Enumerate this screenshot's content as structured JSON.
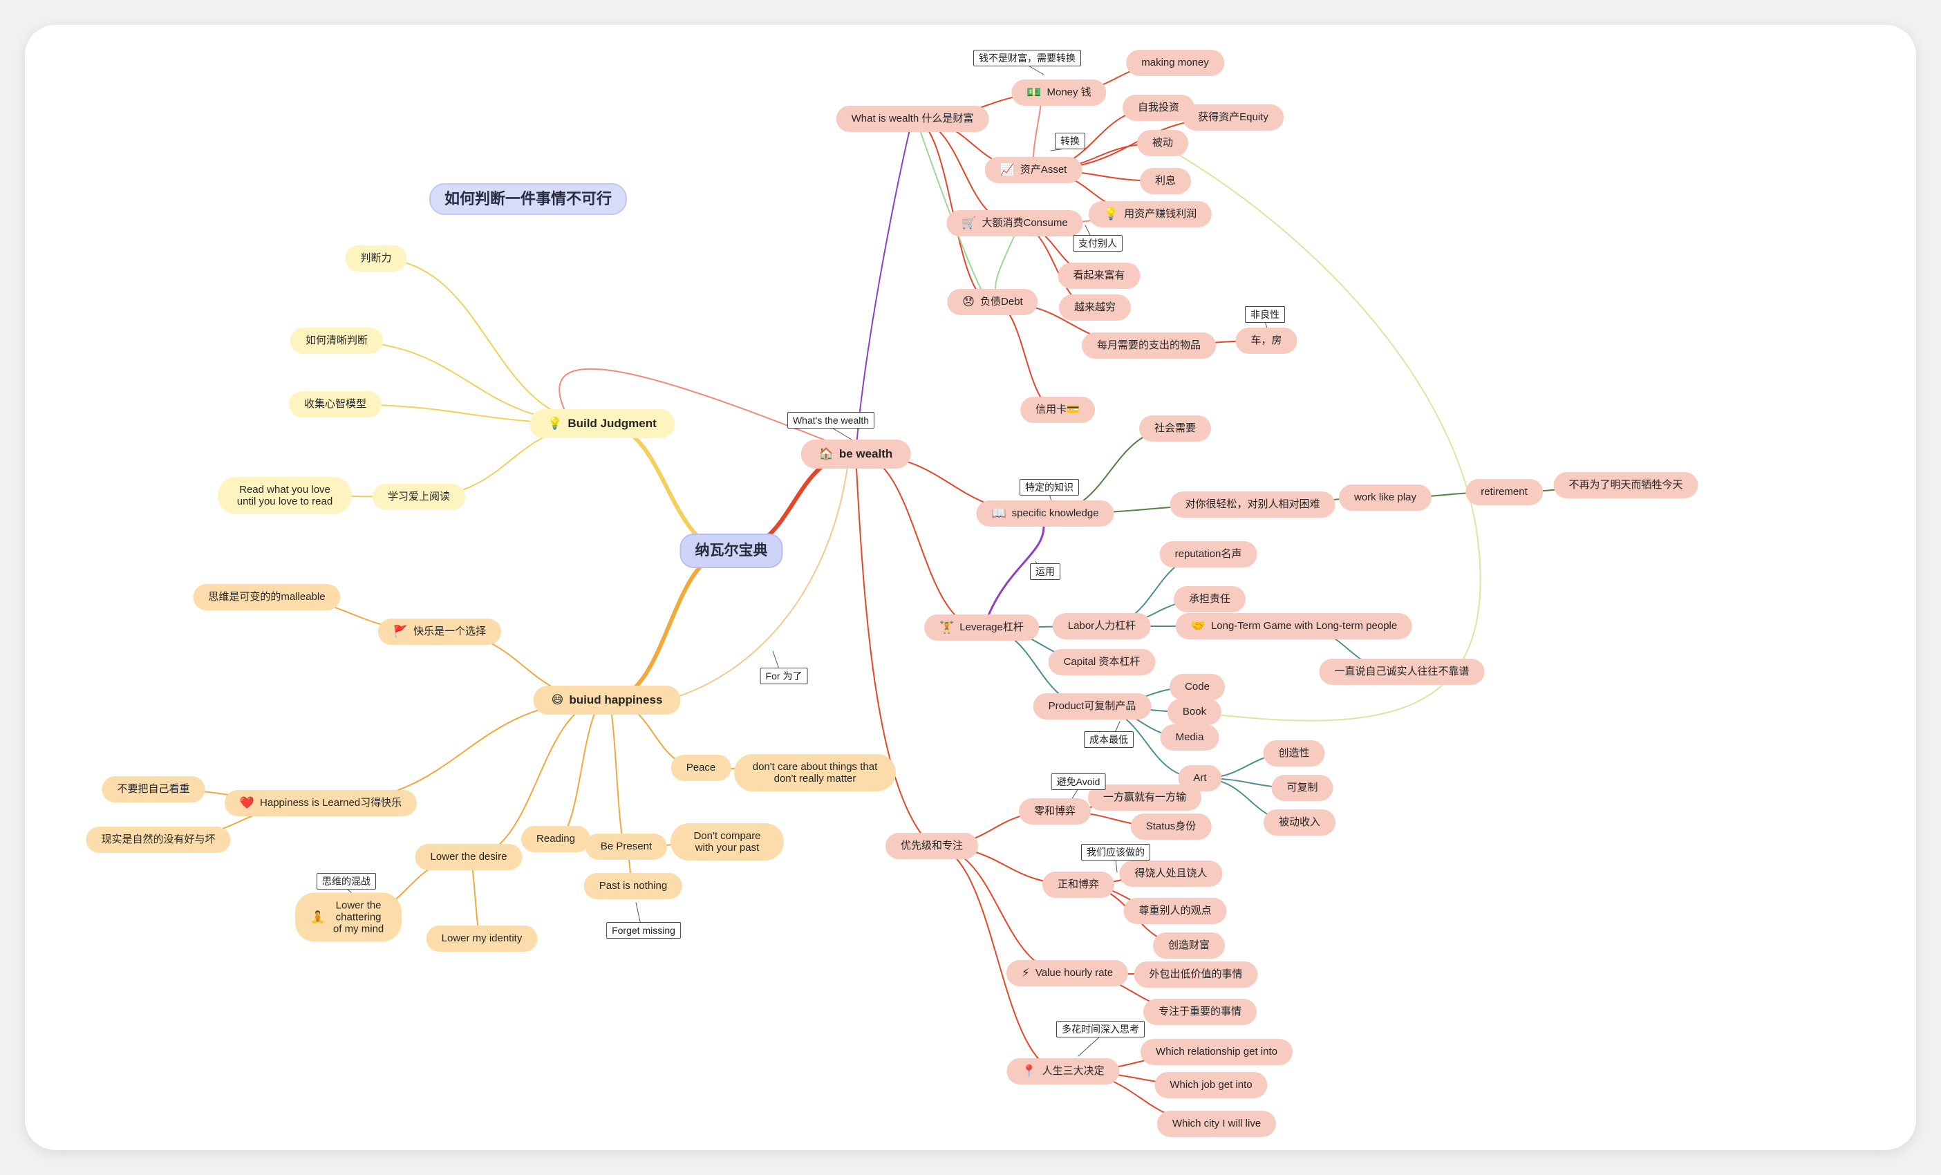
{
  "title": "纳瓦尔宝典",
  "floating_topic": "如何判断一件事情不可行",
  "colors": {
    "wealth": "#f7cbc0",
    "happiness": "#fbdcaa",
    "judgment": "#fdf4c0",
    "central": "#cdd4f7",
    "link_red": "#e5452a",
    "link_orange": "#f2a93b",
    "link_yellow": "#f4cf5c",
    "link_green": "#55813f",
    "link_teal": "#4e8f8d",
    "link_purple": "#8e3fc4",
    "link_pale_green": "#d8e6a6",
    "link_light_green": "#9fd69a"
  },
  "nodes": [
    {
      "id": "root",
      "text": "纳瓦尔宝典",
      "cls": "central"
    },
    {
      "id": "floating",
      "text": "如何判断一件事情不可行",
      "cls": "floating"
    },
    {
      "id": "wealth",
      "text": "be wealth",
      "cls": "red main",
      "icon": "🏠"
    },
    {
      "id": "whatwealth",
      "text": "What is wealth 什么是财富",
      "cls": "red"
    },
    {
      "id": "money",
      "text": "Money 钱",
      "cls": "red",
      "icon": "💵"
    },
    {
      "id": "makingmoney",
      "text": "making money",
      "cls": "red"
    },
    {
      "id": "asset",
      "text": "资产Asset",
      "cls": "red",
      "icon": "📈"
    },
    {
      "id": "ziwotouzi",
      "text": "自我投资",
      "cls": "red"
    },
    {
      "id": "equity",
      "text": "获得资产Equity",
      "cls": "red"
    },
    {
      "id": "beidong",
      "text": "被动",
      "cls": "red"
    },
    {
      "id": "lixi",
      "text": "利息",
      "cls": "red"
    },
    {
      "id": "yongzichan",
      "text": "用资产赚钱利润",
      "cls": "red",
      "icon": "💡"
    },
    {
      "id": "consume",
      "text": "大额消费Consume",
      "cls": "red",
      "icon": "🛒"
    },
    {
      "id": "kanqilai",
      "text": "看起来富有",
      "cls": "red"
    },
    {
      "id": "yuelai",
      "text": "越来越穷",
      "cls": "red"
    },
    {
      "id": "debt",
      "text": "负债Debt",
      "cls": "red",
      "icon": "😞"
    },
    {
      "id": "meiyue",
      "text": "每月需要的支出的物品",
      "cls": "red"
    },
    {
      "id": "chefang",
      "text": "车，房",
      "cls": "red"
    },
    {
      "id": "xinyongka",
      "text": "信用卡💳",
      "cls": "red"
    },
    {
      "id": "specific",
      "text": "specific knowledge",
      "cls": "red",
      "icon": "📖"
    },
    {
      "id": "shehui",
      "text": "社会需要",
      "cls": "red"
    },
    {
      "id": "duini",
      "text": "对你很轻松，对别人相对困难",
      "cls": "red"
    },
    {
      "id": "workplay",
      "text": "work like play",
      "cls": "red"
    },
    {
      "id": "retirement",
      "text": "retirement",
      "cls": "red"
    },
    {
      "id": "buzaiwei",
      "text": "不再为了明天而牺牲今天",
      "cls": "red"
    },
    {
      "id": "leverage",
      "text": "Leverage杠杆",
      "cls": "red",
      "icon": "🏋"
    },
    {
      "id": "labor",
      "text": "Labor人力杠杆",
      "cls": "red"
    },
    {
      "id": "reputation",
      "text": "reputation名声",
      "cls": "red"
    },
    {
      "id": "chengdan",
      "text": "承担责任",
      "cls": "red"
    },
    {
      "id": "longterm",
      "text": "Long-Term Game with Long-term people",
      "cls": "red",
      "icon": "🤝"
    },
    {
      "id": "yizhi",
      "text": "一直说自己诚实人往往不靠谱",
      "cls": "red"
    },
    {
      "id": "capital",
      "text": "Capital 资本杠杆",
      "cls": "red"
    },
    {
      "id": "product",
      "text": "Product可复制产品",
      "cls": "red"
    },
    {
      "id": "code",
      "text": "Code",
      "cls": "red"
    },
    {
      "id": "book",
      "text": "Book",
      "cls": "red"
    },
    {
      "id": "media",
      "text": "Media",
      "cls": "red"
    },
    {
      "id": "art",
      "text": "Art",
      "cls": "red"
    },
    {
      "id": "chuangzao",
      "text": "创造性",
      "cls": "red"
    },
    {
      "id": "kefuzhi",
      "text": "可复制",
      "cls": "red"
    },
    {
      "id": "beidongshouru",
      "text": "被动收入",
      "cls": "red"
    },
    {
      "id": "youxian",
      "text": "优先级和专注",
      "cls": "red"
    },
    {
      "id": "linghe",
      "text": "零和博弈",
      "cls": "red"
    },
    {
      "id": "yifang",
      "text": "一方赢就有一方输",
      "cls": "red"
    },
    {
      "id": "status",
      "text": "Status身份",
      "cls": "red"
    },
    {
      "id": "zhenghe",
      "text": "正和博弈",
      "cls": "red"
    },
    {
      "id": "deraoren",
      "text": "得饶人处且饶人",
      "cls": "red"
    },
    {
      "id": "zunzhong",
      "text": "尊重别人的观点",
      "cls": "red"
    },
    {
      "id": "chuangzaocaifu",
      "text": "创造财富",
      "cls": "red"
    },
    {
      "id": "hourly",
      "text": "Value hourly rate",
      "cls": "red",
      "icon": "⚡"
    },
    {
      "id": "waibao",
      "text": "外包出低价值的事情",
      "cls": "red"
    },
    {
      "id": "zhuanzhu",
      "text": "专注于重要的事情",
      "cls": "red"
    },
    {
      "id": "sanda",
      "text": "人生三大决定",
      "cls": "red",
      "icon": "📍"
    },
    {
      "id": "relationship",
      "text": "Which relationship get into",
      "cls": "red"
    },
    {
      "id": "job",
      "text": "Which job get into",
      "cls": "red"
    },
    {
      "id": "city",
      "text": "Which city I will live",
      "cls": "red"
    },
    {
      "id": "judgment",
      "text": "Build Judgment",
      "cls": "yellow main",
      "icon": "💡"
    },
    {
      "id": "panduanli",
      "text": "判断力",
      "cls": "yellow"
    },
    {
      "id": "ruhe",
      "text": "如何清晰判断",
      "cls": "yellow"
    },
    {
      "id": "shouji",
      "text": "收集心智模型",
      "cls": "yellow"
    },
    {
      "id": "xuexi",
      "text": "学习爱上阅读",
      "cls": "yellow"
    },
    {
      "id": "readlove",
      "text": "Read what you love until you love to read",
      "cls": "yellow multi",
      "width": 150
    },
    {
      "id": "happiness",
      "text": "buiud happiness",
      "cls": "orange main",
      "icon": "😄"
    },
    {
      "id": "kuaile",
      "text": "快乐是一个选择",
      "cls": "orange",
      "icon": "🚩"
    },
    {
      "id": "siwei",
      "text": "思维是可变的的malleable",
      "cls": "orange"
    },
    {
      "id": "learned",
      "text": "Happiness is Learned习得快乐",
      "cls": "orange",
      "icon": "❤️"
    },
    {
      "id": "bu",
      "text": "不要把自己看重",
      "cls": "orange"
    },
    {
      "id": "xianshi",
      "text": "现实是自然的没有好与坏",
      "cls": "orange"
    },
    {
      "id": "lowerdesire",
      "text": "Lower the desire",
      "cls": "orange"
    },
    {
      "id": "chattering",
      "text": "Lower the chattering of my mind",
      "cls": "orange multi",
      "icon": "🧘",
      "width": 110
    },
    {
      "id": "identity",
      "text": "Lower my identity",
      "cls": "orange"
    },
    {
      "id": "reading",
      "text": "Reading",
      "cls": "orange"
    },
    {
      "id": "bepresent",
      "text": "Be Present",
      "cls": "orange"
    },
    {
      "id": "dontcompare",
      "text": "Don't compare with your past",
      "cls": "orange multi",
      "width": 120
    },
    {
      "id": "pastnothing",
      "text": "Past is nothing",
      "cls": "orange"
    },
    {
      "id": "peace",
      "text": "Peace",
      "cls": "orange"
    },
    {
      "id": "dontcare",
      "text": "don't care about things that don't really matter",
      "cls": "orange multi",
      "width": 190
    }
  ],
  "callouts": [
    {
      "id": "c_qian",
      "text": "钱不是财富，需要转换"
    },
    {
      "id": "c_zhuanhuan",
      "text": "转换"
    },
    {
      "id": "c_zhifu",
      "text": "支付别人"
    },
    {
      "id": "c_feiliang",
      "text": "非良性"
    },
    {
      "id": "c_whats",
      "text": "What's the wealth"
    },
    {
      "id": "c_teding",
      "text": "特定的知识"
    },
    {
      "id": "c_yunyong",
      "text": "运用"
    },
    {
      "id": "c_chengben",
      "text": "成本最低"
    },
    {
      "id": "c_bimian",
      "text": "避免Avoid"
    },
    {
      "id": "c_women",
      "text": "我们应该做的"
    },
    {
      "id": "c_duohua",
      "text": "多花时间深入思考"
    },
    {
      "id": "c_forweile",
      "text": "For 为了"
    },
    {
      "id": "c_siwei",
      "text": "思维的混战"
    },
    {
      "id": "c_forget",
      "text": "Forget missing"
    }
  ]
}
